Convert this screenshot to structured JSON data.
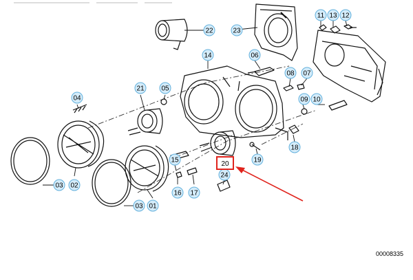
{
  "callout_labels": {
    "c01": "01",
    "c02": "02",
    "c03a": "03",
    "c03b": "03",
    "c04": "04",
    "c05": "05",
    "c06": "06",
    "c07": "07",
    "c08": "08",
    "c09": "09",
    "c10": "10",
    "c11": "11",
    "c12": "12",
    "c13": "13",
    "c14": "14",
    "c15": "15",
    "c16": "16",
    "c17": "17",
    "c18": "18",
    "c19": "19",
    "c20": "20",
    "c21": "21",
    "c22": "22",
    "c23": "23",
    "c24": "24"
  },
  "highlighted_part": "20",
  "document_number": "00008335",
  "colors": {
    "callout_fill": "#d4ecfa",
    "callout_stroke": "#62b0dc",
    "highlight": "#e0231c",
    "line_art": "#111111"
  }
}
